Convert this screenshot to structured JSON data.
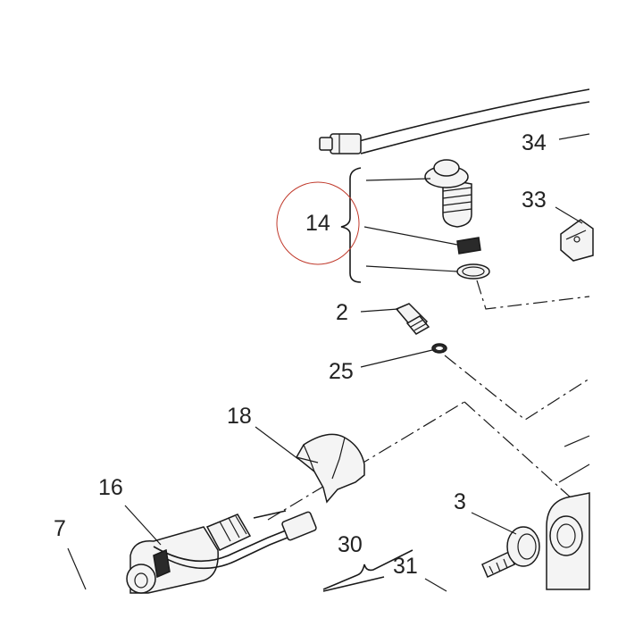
{
  "diagram": {
    "labels": {
      "n34": "34",
      "n33": "33",
      "n14": "14",
      "n2": "2",
      "n25": "25",
      "n18": "18",
      "n16": "16",
      "n3": "3",
      "n7": "7",
      "n30": "30",
      "n31": "31"
    },
    "highlight_color": "#c0392b"
  }
}
